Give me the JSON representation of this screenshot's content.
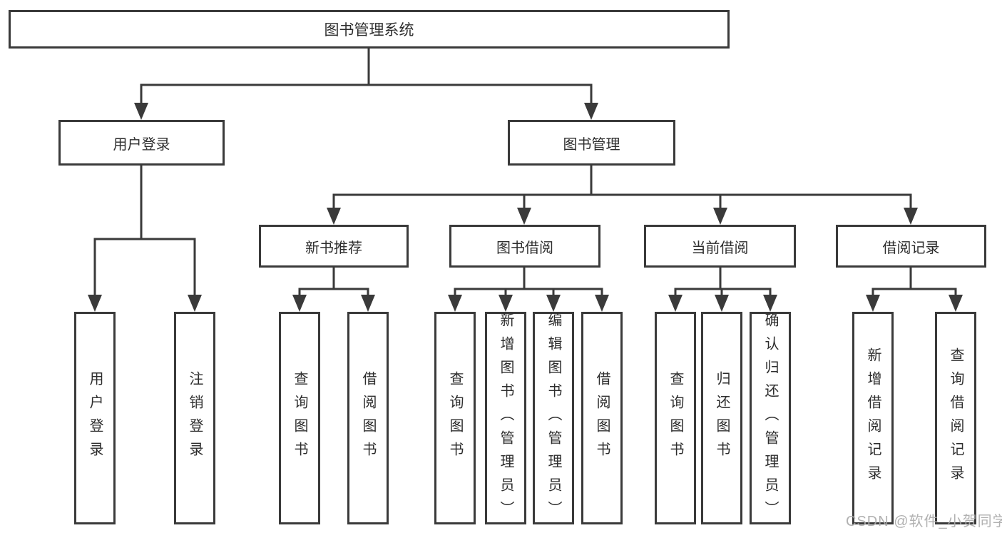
{
  "root": {
    "label": "图书管理系统"
  },
  "branches": {
    "user": {
      "label": "用户登录",
      "children": [
        "用户登录",
        "注销登录"
      ]
    },
    "book": {
      "label": "图书管理",
      "sections": {
        "recommend": {
          "label": "新书推荐",
          "children": [
            "查询图书",
            "借阅图书"
          ]
        },
        "borrow": {
          "label": "图书借阅",
          "children": [
            "查询图书",
            "新增图书（管理员）",
            "编辑图书（管理员）",
            "借阅图书"
          ]
        },
        "current": {
          "label": "当前借阅",
          "children": [
            "查询图书",
            "归还图书",
            "确认归还（管理员）"
          ]
        },
        "records": {
          "label": "借阅记录",
          "children": [
            "新增借阅记录",
            "查询借阅记录"
          ]
        }
      }
    }
  },
  "watermark": {
    "text": "CSDN @软件_小贺同学"
  },
  "colors": {
    "line": "#3a3a3a",
    "text": "#2d2d2d",
    "box_background": "#ffffff",
    "page_background": "#ffffff",
    "watermark": "#aaaaaa"
  }
}
